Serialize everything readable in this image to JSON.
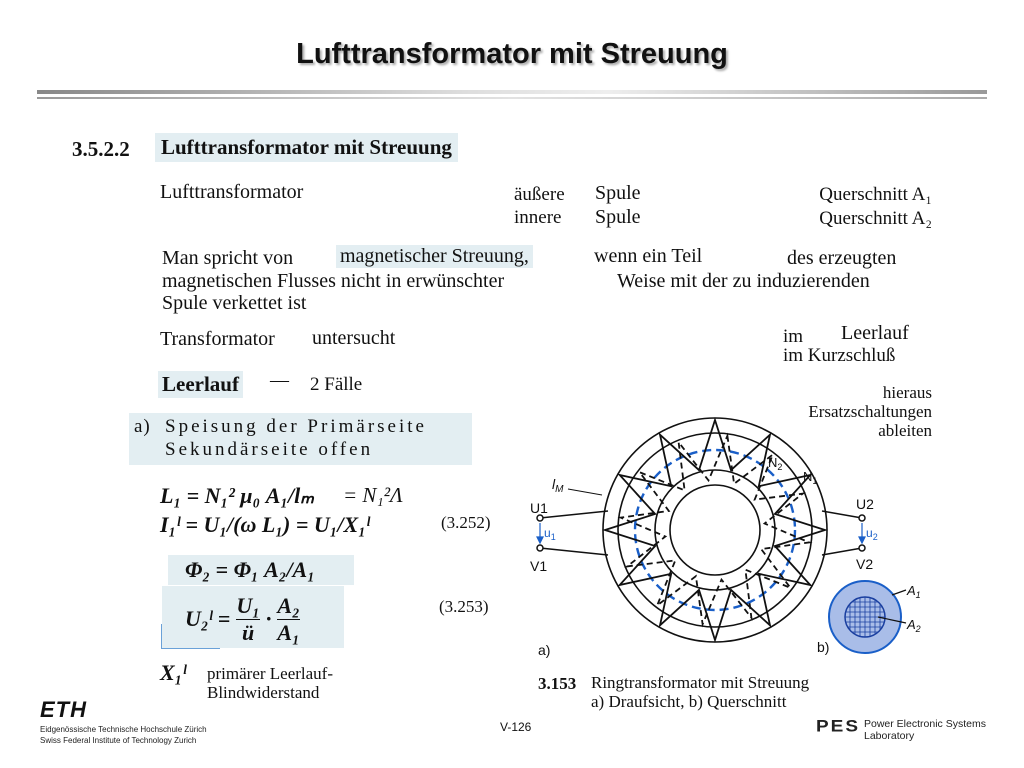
{
  "slide": {
    "title": "Lufttransformator mit Streuung",
    "page_number": "V-126"
  },
  "section": {
    "number": "3.5.2.2",
    "heading": "Lufttransformator mit Streuung"
  },
  "intro": {
    "left": "Lufttransformator",
    "outer_label": "äußere",
    "inner_label": "innere",
    "spule": "Spule",
    "q1": "Querschnitt A₁",
    "q2": "Querschnitt A₂"
  },
  "definition": {
    "part1": "Man spricht von",
    "highlight": "magnetischer Streuung,",
    "part2": "wenn ein Teil",
    "part3": "des erzeugten",
    "line2a": "magnetischen Flusses nicht in erwünschter",
    "line2b": "Weise mit der zu induzierenden",
    "line3": "Spule verkettet ist"
  },
  "investigation": {
    "left": "Transformator",
    "mid": "untersucht",
    "im": "im",
    "leerlauf": "Leerlauf",
    "kurzschluss": "im Kurzschluß"
  },
  "cases": {
    "leerlauf": "Leerlauf",
    "dash": "—",
    "faelle": "2 Fälle",
    "hieraus": "hieraus",
    "ersatz": "Ersatzschaltungen",
    "ableiten": "ableiten"
  },
  "item_a": {
    "label": "a)",
    "line1": "Speisung der Primärseite",
    "line2": "Sekundärseite offen"
  },
  "equations": {
    "eq1": "L₁ = N₁² μ₀ A₁/lₘ",
    "eq1_extra": "= N₁²Λ",
    "eq2": "I₁ˡ = U₁/(ω L₁) = U₁/X₁ˡ",
    "eq2_num": "(3.252)",
    "eq3": "Φ₂ = Φ₁ A₂/A₁",
    "eq4_lhs": "U₂ˡ =",
    "eq4_f1_num": "U₁",
    "eq4_f1_den": "ü",
    "eq4_dot": "·",
    "eq4_f2_num": "A₂",
    "eq4_f2_den": "A₁",
    "eq4_num": "(3.253)",
    "x1l": "X₁ˡ",
    "x1l_desc1": "primärer Leerlauf-",
    "x1l_desc2": "Blindwiderstand"
  },
  "figure": {
    "labels": {
      "lM": "l",
      "lM_sub": "M",
      "N1": "N",
      "N1_sub": "1",
      "N2": "N",
      "N2_sub": "2",
      "U1": "U1",
      "V1": "V1",
      "U2": "U2",
      "V2": "V2",
      "u1": "u",
      "u1_sub": "1",
      "u2": "u",
      "u2_sub": "2",
      "a": "a)",
      "b": "b)",
      "A1": "A",
      "A1_sub": "1",
      "A2": "A",
      "A2_sub": "2"
    },
    "caption_num": "3.153",
    "caption1": "Ringtransformator mit Streuung",
    "caption2": "a) Draufsicht, b) Querschnitt",
    "colors": {
      "mean_path": "#1a5fc8",
      "cross_section": "#a9bde8"
    }
  },
  "footer": {
    "eth_logo": "ETH",
    "eth_line1": "Eidgenössische Technische Hochschule Zürich",
    "eth_line2": "Swiss Federal Institute of Technology Zurich",
    "pes_logo": "PES",
    "pes_line1": "Power Electronic Systems",
    "pes_line2": "Laboratory"
  }
}
